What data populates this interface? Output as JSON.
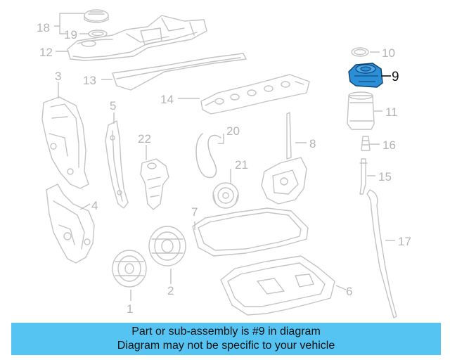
{
  "diagram": {
    "callouts": {
      "c1": "1",
      "c2": "2",
      "c3": "3",
      "c4": "4",
      "c5": "5",
      "c6": "6",
      "c7": "7",
      "c8": "8",
      "c9": "9",
      "c10": "10",
      "c11": "11",
      "c12": "12",
      "c13": "13",
      "c14": "14",
      "c15": "15",
      "c16": "16",
      "c17": "17",
      "c18": "18",
      "c19": "19",
      "c20": "20",
      "c21": "21",
      "c22": "22"
    },
    "highlight_color": "#2a8fd4",
    "highlighted_part": "9"
  },
  "banner": {
    "line1": "Part or sub-assembly is #9 in diagram",
    "line2": "Diagram may not be specific to your vehicle",
    "color": "#56c4f2"
  }
}
